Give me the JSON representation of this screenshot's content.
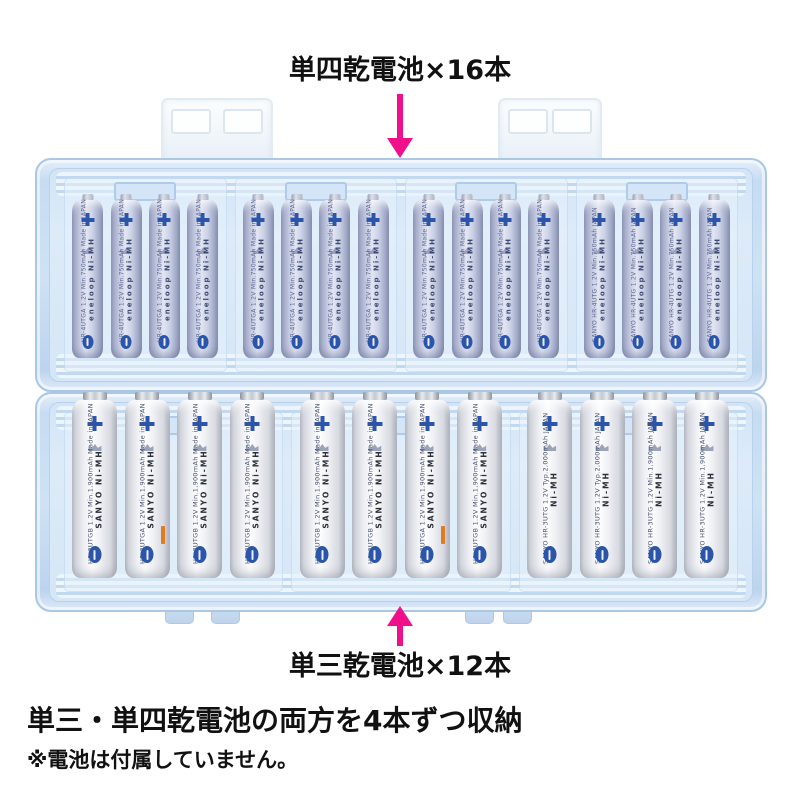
{
  "colors": {
    "arrow_magenta": "#f0108c",
    "case_border": "#aac7e6",
    "case_fill": "#cfe2f5",
    "aaa_body": "#c5cbe2",
    "aa_body": "#f2f3f6",
    "terminal_blue": "#2b55ab",
    "accent_orange": "#e07b20",
    "text_black": "#111111",
    "background": "#ffffff"
  },
  "annotations": {
    "top_label": "単四乾電池×16本",
    "bottom_label": "単三乾電池×12本",
    "caption": "単三・単四乾電池の両方を4本ずつ収納",
    "note": "※電池は付属していません。"
  },
  "case": {
    "description": "clear blue plastic battery storage case, two hinged halves open flat",
    "top_row": {
      "type": "AAA",
      "count": 16,
      "layout": [
        [
          0,
          0,
          0,
          0
        ],
        [
          0,
          0,
          0,
          0
        ],
        [
          0,
          0,
          0,
          0
        ],
        [
          1,
          1,
          1,
          1
        ]
      ]
    },
    "bottom_row": {
      "type": "AA",
      "count": 12,
      "layout": [
        [
          0,
          1,
          0,
          0
        ],
        [
          0,
          0,
          1,
          0
        ],
        [
          2,
          2,
          3,
          3
        ]
      ]
    }
  },
  "battery_labels": {
    "aaa": [
      {
        "model": "HR-4UTGA 1.2V Min.750mAh Made in JAPAN",
        "brand": "eneloop Ni-MH",
        "accent": false
      },
      {
        "model": "SANYO HR-4UTG 1.2V Min.750mAh JAPAN",
        "brand": "eneloop Ni-MH",
        "accent": false
      }
    ],
    "aa": [
      {
        "model": "HR-3UTGB 1.2V Min.1,900mAh Made in JAPAN",
        "brand": "SANYO Ni-MH",
        "accent": false
      },
      {
        "model": "HR-3UTGA 1.2V Min.1,900mAh Made in JAPAN",
        "brand": "SANYO Ni-MH",
        "accent": true
      },
      {
        "model": "SANYO HR-3UTG 1.2V Typ.2,000mAh JAPAN",
        "brand": "Ni-MH",
        "accent": false
      },
      {
        "model": "SANYO HR-3UTG 1.2V Min.1,900mAh JAPAN",
        "brand": "Ni-MH",
        "accent": false
      }
    ]
  }
}
